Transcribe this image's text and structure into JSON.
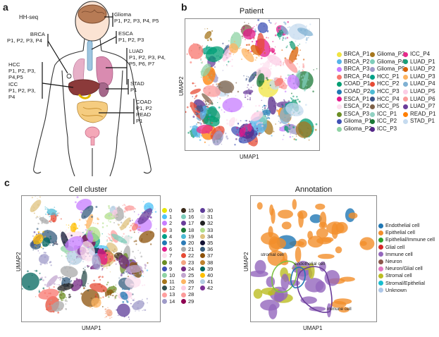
{
  "panels": {
    "a": "a",
    "b": "b",
    "c": "c"
  },
  "body_diagram": {
    "title": "HH-seq",
    "cancers": [
      {
        "name": "Glioma",
        "patients": "P1, P2, P3, P4, P5"
      },
      {
        "name": "BRCA",
        "patients": "P1, P2, P3, P4"
      },
      {
        "name": "ESCA",
        "patients": "P1, P2, P3"
      },
      {
        "name": "LUAD",
        "patients": "P1, P2, P3, P4,\nP5, P6, P7"
      },
      {
        "name": "HCC",
        "patients": "P1, P2, P3,\nP4,P5"
      },
      {
        "name": "ICC",
        "patients": "P1, P2, P3,\nP4"
      },
      {
        "name": "STAD",
        "patients": "P1"
      },
      {
        "name": "COAD",
        "patients": "P1, P2"
      },
      {
        "name": "READ",
        "patients": "P1"
      }
    ]
  },
  "patient_plot": {
    "title": "Patient",
    "xlabel": "UMAP1",
    "ylabel": "UMAP2",
    "legend": [
      {
        "label": "BRCA_P1",
        "color": "#f0e442"
      },
      {
        "label": "BRCA_P2",
        "color": "#56b4e9"
      },
      {
        "label": "BRCA_P3",
        "color": "#c77cff"
      },
      {
        "label": "BRCA_P4",
        "color": "#f8766d"
      },
      {
        "label": "COAD_P1",
        "color": "#009e73"
      },
      {
        "label": "COAD_P2",
        "color": "#1f78b4"
      },
      {
        "label": "ESCA_P1",
        "color": "#e31a8c"
      },
      {
        "label": "ESCA_P2",
        "color": "#fde0ef"
      },
      {
        "label": "ESCA_P3",
        "color": "#6b8e23"
      },
      {
        "label": "Glioma_P1",
        "color": "#3f51b5"
      },
      {
        "label": "Glioma_P2",
        "color": "#8fd3a4"
      },
      {
        "label": "Glioma_P3",
        "color": "#a6761d"
      },
      {
        "label": "Glioma_P4",
        "color": "#7fcdbb"
      },
      {
        "label": "Glioma_P5",
        "color": "#9e9ac8"
      },
      {
        "label": "HCC_P1",
        "color": "#00a087"
      },
      {
        "label": "HCC_P2",
        "color": "#e64b35"
      },
      {
        "label": "HCC_P3",
        "color": "#4dbbd5"
      },
      {
        "label": "HCC_P4",
        "color": "#3c5488"
      },
      {
        "label": "HCC_P5",
        "color": "#7e6148"
      },
      {
        "label": "ICC_P1",
        "color": "#91d1c2"
      },
      {
        "label": "ICC_P2",
        "color": "#1b7837"
      },
      {
        "label": "ICC_P3",
        "color": "#542788"
      },
      {
        "label": "ICC_P4",
        "color": "#e7298a"
      },
      {
        "label": "LUAD_P1",
        "color": "#1b9e77"
      },
      {
        "label": "LUAD_P2",
        "color": "#d95f02"
      },
      {
        "label": "LUAD_P3",
        "color": "#fdb462"
      },
      {
        "label": "LUAD_P4",
        "color": "#80b1d3"
      },
      {
        "label": "LUAD_P5",
        "color": "#fccde5"
      },
      {
        "label": "LUAD_P6",
        "color": "#fb9a99"
      },
      {
        "label": "LUAD_P7",
        "color": "#6a3d9a"
      },
      {
        "label": "READ_P1",
        "color": "#ff7f00"
      },
      {
        "label": "STAD_P1",
        "color": "#c6dbef"
      }
    ]
  },
  "cluster_plot": {
    "title": "Cell cluster",
    "xlabel": "UMAP1",
    "ylabel": "UMAP2",
    "legend": [
      {
        "label": "0",
        "color": "#e6e600"
      },
      {
        "label": "1",
        "color": "#4fc3f7"
      },
      {
        "label": "2",
        "color": "#c77cff"
      },
      {
        "label": "3",
        "color": "#f8766d"
      },
      {
        "label": "4",
        "color": "#00a087"
      },
      {
        "label": "5",
        "color": "#1f78b4"
      },
      {
        "label": "6",
        "color": "#e31a8c"
      },
      {
        "label": "7",
        "color": "#fde0ef"
      },
      {
        "label": "8",
        "color": "#6b8e23"
      },
      {
        "label": "9",
        "color": "#3f51b5"
      },
      {
        "label": "10",
        "color": "#8fd3a4"
      },
      {
        "label": "11",
        "color": "#a6761d"
      },
      {
        "label": "12",
        "color": "#2f4f4f"
      },
      {
        "label": "13",
        "color": "#ff9f9f"
      },
      {
        "label": "14",
        "color": "#9e9ac8"
      },
      {
        "label": "15",
        "color": "#3b2a1a"
      },
      {
        "label": "16",
        "color": "#7fcdbb"
      },
      {
        "label": "17",
        "color": "#6a3d9a"
      },
      {
        "label": "18",
        "color": "#1b7837"
      },
      {
        "label": "19",
        "color": "#4dbbd5"
      },
      {
        "label": "20",
        "color": "#2c7bb6"
      },
      {
        "label": "21",
        "color": "#aaaaaa"
      },
      {
        "label": "22",
        "color": "#e64b35"
      },
      {
        "label": "23",
        "color": "#f4a582"
      },
      {
        "label": "24",
        "color": "#762a83"
      },
      {
        "label": "25",
        "color": "#c2a5cf"
      },
      {
        "label": "26",
        "color": "#fdb462"
      },
      {
        "label": "27",
        "color": "#fccde5"
      },
      {
        "label": "28",
        "color": "#fb9a99"
      },
      {
        "label": "29",
        "color": "#8e0152"
      },
      {
        "label": "30",
        "color": "#5e3c99"
      },
      {
        "label": "31",
        "color": "#e0e0e0"
      },
      {
        "label": "32",
        "color": "#222222"
      },
      {
        "label": "33",
        "color": "#b2df8a"
      },
      {
        "label": "34",
        "color": "#dfc27d"
      },
      {
        "label": "35",
        "color": "#111133"
      },
      {
        "label": "36",
        "color": "#355c7d"
      },
      {
        "label": "37",
        "color": "#8c510a"
      },
      {
        "label": "38",
        "color": "#bf812d"
      },
      {
        "label": "39",
        "color": "#01665e"
      },
      {
        "label": "40",
        "color": "#ffbf00"
      },
      {
        "label": "41",
        "color": "#b3cde3"
      },
      {
        "label": "42",
        "color": "#7b3294"
      }
    ]
  },
  "annotation_plot": {
    "title": "Annotation",
    "xlabel": "UMAP1",
    "ylabel": "UMAP2",
    "callouts": {
      "stromal": "stromal cell",
      "endothelial": "endothelial cell",
      "immune": "immune cell"
    },
    "legend": [
      {
        "label": "Endothelial cell",
        "color": "#1f77b4"
      },
      {
        "label": "Epithelial cell",
        "color": "#f28e2b"
      },
      {
        "label": "Epithelial/Immune cell",
        "color": "#2ca02c"
      },
      {
        "label": "Glial cell",
        "color": "#d62728"
      },
      {
        "label": "Immune cell",
        "color": "#9467bd"
      },
      {
        "label": "Neuron",
        "color": "#8c564b"
      },
      {
        "label": "Neuron/Glial cell",
        "color": "#e377c2"
      },
      {
        "label": "Stromal cell",
        "color": "#bcbd22"
      },
      {
        "label": "Stromal/Epithelial",
        "color": "#17becf"
      },
      {
        "label": "Unknown",
        "color": "#aec7e8"
      }
    ]
  }
}
